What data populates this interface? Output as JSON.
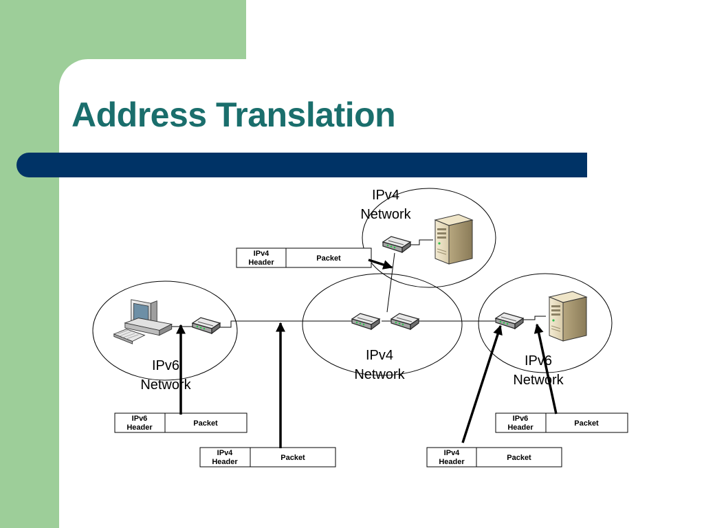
{
  "slide": {
    "title": "Address Translation",
    "colors": {
      "title": "#1a6e6c",
      "accent_bar": "#003366",
      "side_panel": "#9dce99"
    }
  },
  "networks": {
    "left": {
      "line1": "IPv6",
      "line2": "Network"
    },
    "center": {
      "line1": "IPv4",
      "line2": "Network"
    },
    "top": {
      "line1": "IPv4",
      "line2": "Network"
    },
    "right": {
      "line1": "IPv6",
      "line2": "Network"
    }
  },
  "packets": {
    "top": {
      "header_line1": "IPv4",
      "header_line2": "Header",
      "payload": "Packet"
    },
    "left": {
      "header_line1": "IPv6",
      "header_line2": "Header",
      "payload": "Packet"
    },
    "middle": {
      "header_line1": "IPv4",
      "header_line2": "Header",
      "payload": "Packet"
    },
    "right_ipv4": {
      "header_line1": "IPv4",
      "header_line2": "Header",
      "payload": "Packet"
    },
    "right_ipv6": {
      "header_line1": "IPv6",
      "header_line2": "Header",
      "payload": "Packet"
    }
  },
  "icons": {
    "client": "desktop-computer-icon",
    "router": "router-icon",
    "server": "server-tower-icon"
  }
}
